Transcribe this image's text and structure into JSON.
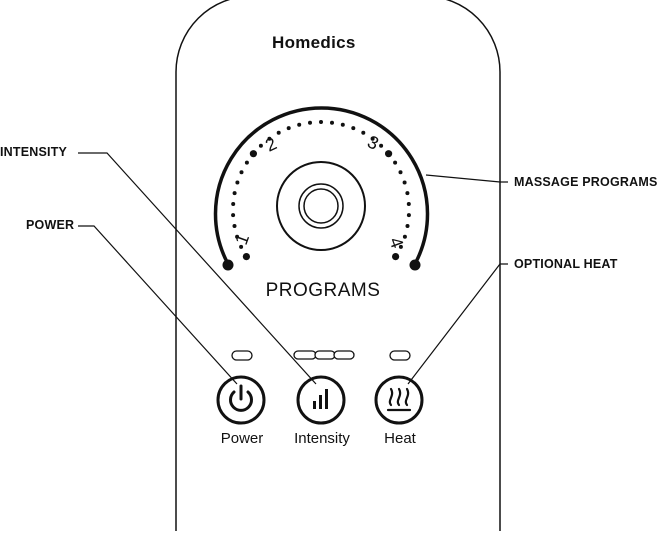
{
  "brand": {
    "name": "Homedics"
  },
  "dial": {
    "title": "PROGRAMS",
    "numbers": [
      "1",
      "2",
      "3",
      "4"
    ]
  },
  "buttons": [
    {
      "id": "power",
      "label": "Power",
      "icon": "power-icon"
    },
    {
      "id": "intensity",
      "label": "Intensity",
      "icon": "intensity-bars-icon"
    },
    {
      "id": "heat",
      "label": "Heat",
      "icon": "heat-waves-icon"
    }
  ],
  "callouts": {
    "intensity": "INTENSITY",
    "power": "POWER",
    "massage_programs": "MASSAGE PROGRAMS",
    "optional_heat": "OPTIONAL HEAT"
  },
  "colors": {
    "ink": "#111111",
    "background": "#ffffff"
  }
}
